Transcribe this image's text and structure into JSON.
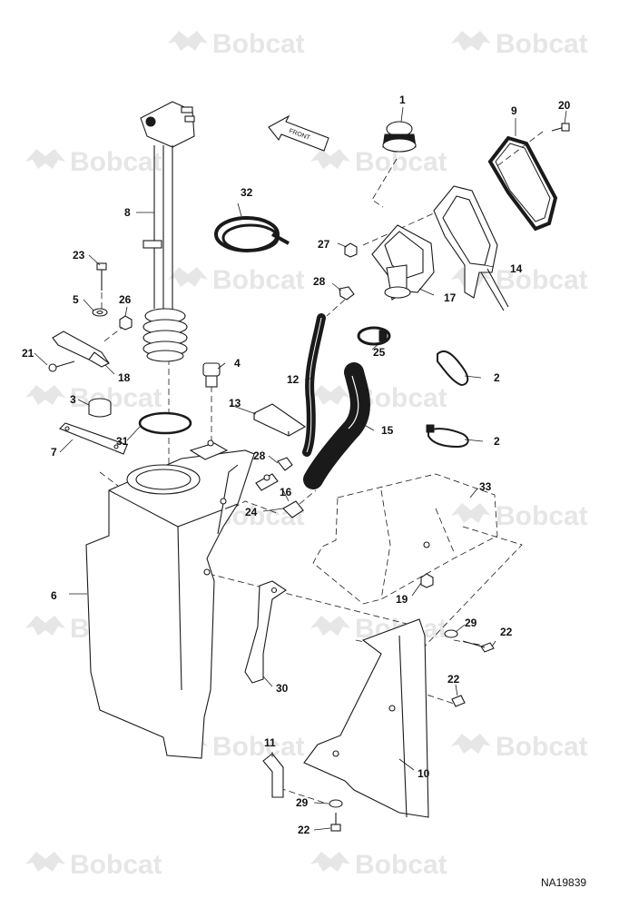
{
  "watermark": {
    "text": "Bobcat"
  },
  "front_label": "FRONT",
  "drawing_number": "NA19839",
  "callouts": {
    "c1": "1",
    "c2a": "2",
    "c2b": "2",
    "c3": "3",
    "c4": "4",
    "c5": "5",
    "c6": "6",
    "c7": "7",
    "c8": "8",
    "c9": "9",
    "c10": "10",
    "c11": "11",
    "c12": "12",
    "c13": "13",
    "c14": "14",
    "c15": "15",
    "c16": "16",
    "c17": "17",
    "c18": "18",
    "c19": "19",
    "c20": "20",
    "c21": "21",
    "c22a": "22",
    "c22b": "22",
    "c22c": "22",
    "c23": "23",
    "c24": "24",
    "c25": "25",
    "c26": "26",
    "c27": "27",
    "c28a": "28",
    "c28b": "28",
    "c29a": "29",
    "c29b": "29",
    "c30": "30",
    "c31": "31",
    "c32": "32",
    "c33": "33"
  }
}
